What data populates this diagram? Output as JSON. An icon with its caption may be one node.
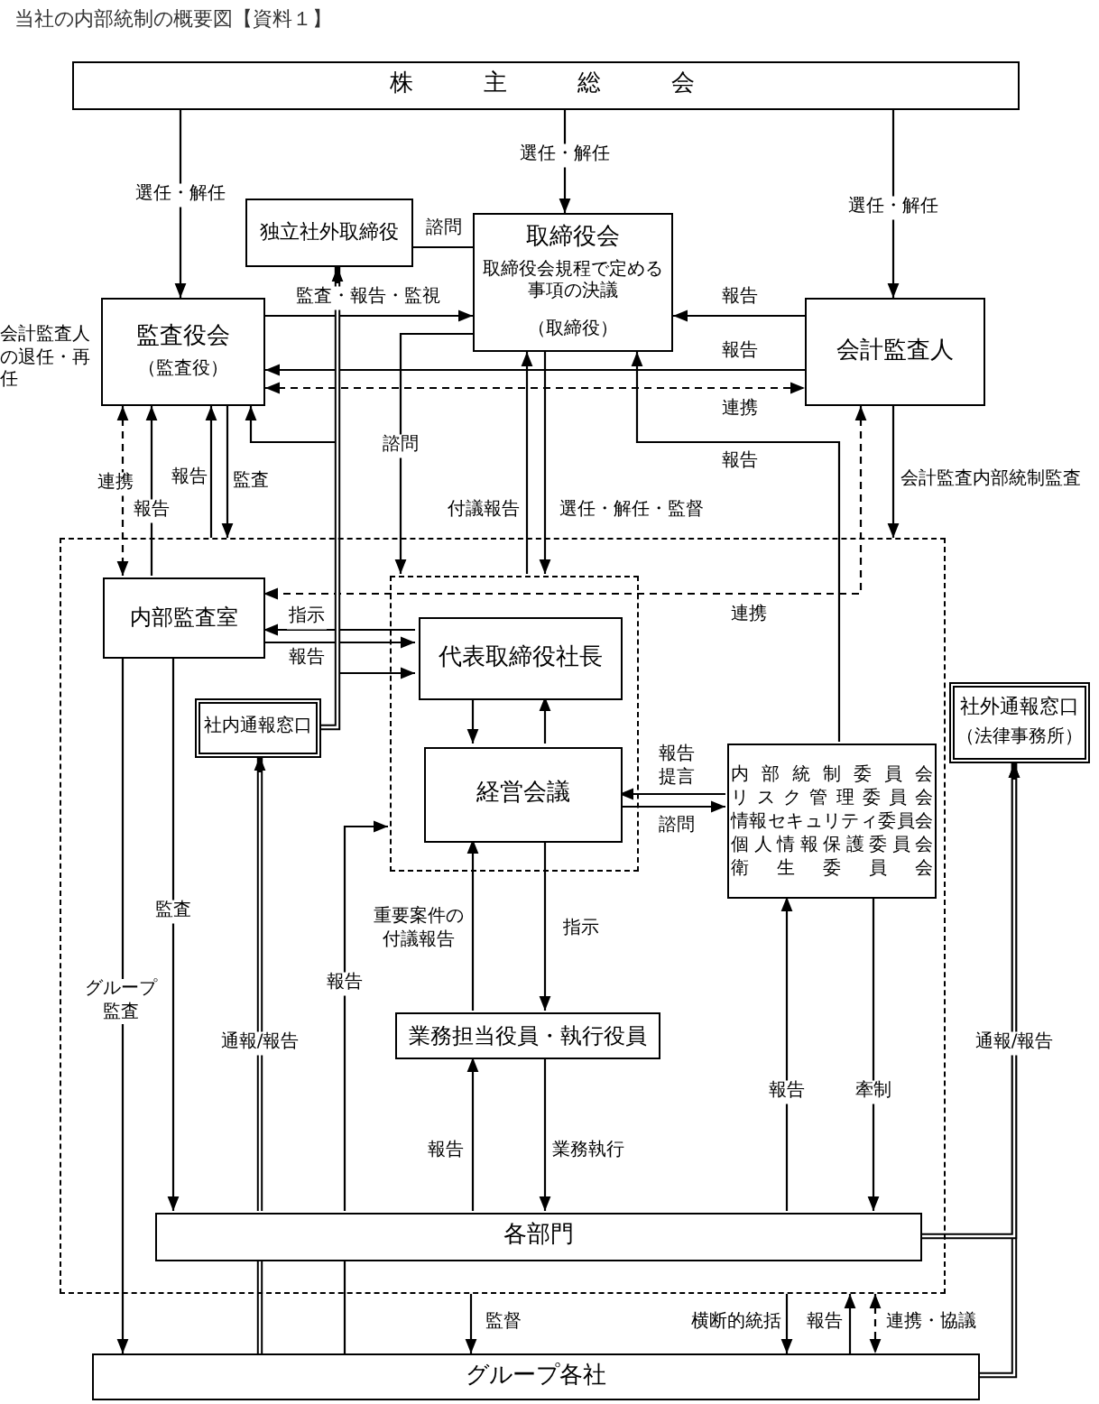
{
  "diagram": {
    "title": "当社の内部統制の概要図【資料１】",
    "nodes": [
      {
        "text": [
          "株主総会"
        ]
      },
      {
        "text": [
          "独立社外取締役"
        ]
      },
      {
        "text": [
          "取締役会",
          "取締役会規程で定める事項の決議",
          "（取締役）"
        ]
      },
      {
        "text": [
          "監査役会",
          "（監査役）"
        ],
        "beside": [
          "会計監査人の退任・再任"
        ]
      },
      {
        "text": [
          "会計監査人"
        ]
      },
      {
        "text": [],
        "shape": "box"
      },
      {
        "text": [
          "内部監査室"
        ],
        "in": 5
      },
      {
        "text": [],
        "shape": "box",
        "in": 5
      },
      {
        "text": [
          "代表取締役社長"
        ],
        "in": 7
      },
      {
        "text": [
          "社内通報窓口"
        ],
        "in": 5
      },
      {
        "text": [
          "経営会議"
        ],
        "in": 7
      },
      {
        "text": [
          "内部統制委員会",
          "リスク管理委員会",
          "情報セキュリティ委員会",
          "個人情報保護委員会",
          "衛生委員会"
        ],
        "in": 5
      },
      {
        "text": [
          "社外通報窓口",
          "（法律事務所）"
        ]
      },
      {
        "text": [
          "業務担当役員・執行役員"
        ],
        "in": 5
      },
      {
        "text": [
          "各部門"
        ],
        "in": 5
      },
      {
        "text": [
          "グループ各社"
        ]
      }
    ],
    "edges": [
      {
        "from": 0,
        "to": 3,
        "arrow": "to",
        "label": "選任・解任"
      },
      {
        "from": 0,
        "to": 2,
        "arrow": "to",
        "label": "選任・解任"
      },
      {
        "from": 0,
        "to": 4,
        "arrow": "to",
        "label": "選任・解任"
      },
      {
        "from": 1,
        "to": 2,
        "arrow": "none",
        "label": "諮問"
      },
      {
        "from": 3,
        "to": 2,
        "arrow": "to",
        "label": "監査・報告・監視"
      },
      {
        "from": 4,
        "to": 2,
        "arrow": "to",
        "label": "報告"
      },
      {
        "from": 4,
        "to": 3,
        "arrow": "to",
        "label": "報告"
      },
      {
        "from": 3,
        "to": 4,
        "arrow": "both",
        "label": "連携",
        "style": "dashed"
      },
      {
        "from": 2,
        "to": 7,
        "arrow": "to",
        "label": "諮問"
      },
      {
        "from": 7,
        "to": 2,
        "arrow": "to",
        "label": "付議報告"
      },
      {
        "from": 2,
        "to": 7,
        "arrow": "to",
        "label": "選任・解任・監督"
      },
      {
        "from": 11,
        "to": 2,
        "arrow": "to",
        "label": "報告"
      },
      {
        "from": 9,
        "to": 1,
        "arrow": "to",
        "style": "thick"
      },
      {
        "from": 9,
        "to": 3,
        "arrow": "to"
      },
      {
        "from": 3,
        "to": 6,
        "arrow": "both",
        "label": "連携",
        "style": "dashed"
      },
      {
        "from": 6,
        "to": 3,
        "arrow": "to",
        "label": "報告"
      },
      {
        "from": 5,
        "to": 3,
        "arrow": "to",
        "label": "報告"
      },
      {
        "from": 3,
        "to": 5,
        "arrow": "to",
        "label": "監査"
      },
      {
        "from": 4,
        "to": 6,
        "arrow": "both",
        "label": "連携",
        "style": "dashed"
      },
      {
        "from": 4,
        "to": 5,
        "arrow": "to",
        "label": "会計監査内部統制監査"
      },
      {
        "from": 8,
        "to": 6,
        "arrow": "to",
        "label": "指示"
      },
      {
        "from": 6,
        "to": 8,
        "arrow": "to",
        "label": "報告"
      },
      {
        "from": 9,
        "to": 8,
        "arrow": "to"
      },
      {
        "from": 8,
        "to": 10,
        "arrow": "to"
      },
      {
        "from": 10,
        "to": 8,
        "arrow": "to"
      },
      {
        "from": 11,
        "to": 10,
        "arrow": "to",
        "label": "報告提言"
      },
      {
        "from": 10,
        "to": 11,
        "arrow": "to",
        "label": "諮問"
      },
      {
        "from": 10,
        "to": 13,
        "arrow": "to",
        "label": "指示"
      },
      {
        "from": 13,
        "to": 10,
        "arrow": "to",
        "label": "重要案件の付議報告"
      },
      {
        "from": 14,
        "to": 13,
        "arrow": "to",
        "label": "報告"
      },
      {
        "from": 13,
        "to": 14,
        "arrow": "to",
        "label": "業務執行"
      },
      {
        "from": 14,
        "to": 7,
        "arrow": "to",
        "label": "報告"
      },
      {
        "from": 14,
        "to": 9,
        "arrow": "to",
        "label": "通報/報告",
        "style": "thick"
      },
      {
        "from": 6,
        "to": 15,
        "arrow": "to",
        "label": "グループ監査"
      },
      {
        "from": 6,
        "to": 14,
        "arrow": "to",
        "label": "監査"
      },
      {
        "from": 14,
        "to": 11,
        "arrow": "to",
        "label": "報告"
      },
      {
        "from": 11,
        "to": 14,
        "arrow": "to",
        "label": "牽制"
      },
      {
        "from": 15,
        "to": 12,
        "arrow": "to",
        "label": "通報/報告",
        "style": "thick"
      },
      {
        "from": 14,
        "to": 12,
        "arrow": "to",
        "style": "thick"
      },
      {
        "from": 5,
        "to": 15,
        "arrow": "to",
        "label": "監督"
      },
      {
        "from": 5,
        "to": 15,
        "arrow": "to",
        "label": "横断的統括"
      },
      {
        "from": 15,
        "to": 5,
        "arrow": "to",
        "label": "報告"
      },
      {
        "from": 5,
        "to": 15,
        "arrow": "both",
        "label": "連携・協議",
        "style": "dashed"
      },
      {
        "from": 15,
        "to": 14,
        "arrow": "none"
      },
      {
        "from": 15,
        "to": 14,
        "arrow": "none",
        "style": "thick"
      }
    ]
  }
}
